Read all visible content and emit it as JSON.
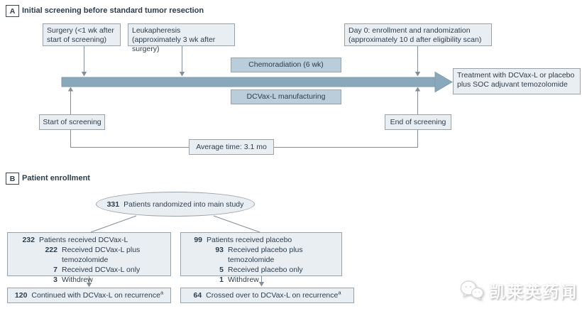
{
  "colors": {
    "box_light": "#e9eef3",
    "box_medium": "#b9cdda",
    "timeline_arrow": "#8aa8bb",
    "box_border": "#9aa2a9",
    "text": "#2e3d4a",
    "connector": "#828f98"
  },
  "panelA": {
    "label": "A",
    "title": "Initial screening before standard tumor resection",
    "surgery_box": "Surgery (<1 wk after start of screening)",
    "leukapheresis_box": "Leukapheresis (approximately 3 wk after surgery)",
    "day0_box": "Day 0: enrollment and randomization (approximately 10 d after eligibility scan)",
    "chemoradiation_box": "Chemoradiation (6 wk)",
    "manufacturing_box": "DCVax-L manufacturing",
    "treatment_box": "Treatment with DCVax-L or placebo plus SOC adjuvant temozolomide",
    "start_screening_box": "Start of screening",
    "end_screening_box": "End of screening",
    "average_time_box": "Average time: 3.1 mo"
  },
  "panelB": {
    "label": "B",
    "title": "Patient enrollment",
    "randomized_ellipse": {
      "num": "331",
      "text": "Patients randomized into main study"
    },
    "dcvax_arm": {
      "rows": [
        {
          "num": "232",
          "text": "Patients received DCVax-L"
        },
        {
          "num": "222",
          "text": "Received DCVax-L plus temozolomide"
        },
        {
          "num": "7",
          "text": "Received DCVax-L only"
        },
        {
          "num": "3",
          "text": "Withdrew"
        }
      ]
    },
    "placebo_arm": {
      "rows": [
        {
          "num": "99",
          "text": "Patients received placebo"
        },
        {
          "num": "93",
          "text": "Received placebo plus temozolomide"
        },
        {
          "num": "5",
          "text": "Received placebo only"
        },
        {
          "num": "1",
          "text": "Withdrew"
        }
      ]
    },
    "dcvax_outcome": {
      "num": "120",
      "text": "Continued with DCVax-L on recurrence",
      "sup": "a"
    },
    "placebo_outcome": {
      "num": "64",
      "text": "Crossed over to DCVax-L on recurrence",
      "sup": "a"
    }
  },
  "watermark": {
    "text": "凯莱英药闻"
  }
}
